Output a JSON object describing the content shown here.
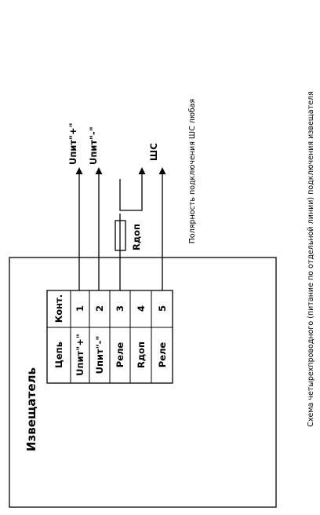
{
  "device": {
    "label": "Извещатель"
  },
  "table": {
    "header": {
      "circuit": "Цепь",
      "contact": "Конт."
    },
    "rows": [
      {
        "circuit": "Uпит\"+\"",
        "contact": "1"
      },
      {
        "circuit": "Uпит\"-\"",
        "contact": "2"
      },
      {
        "circuit": "Реле",
        "contact": "3"
      },
      {
        "circuit": "Rдоп",
        "contact": "4"
      },
      {
        "circuit": "Реле",
        "contact": "5"
      }
    ]
  },
  "wires": {
    "supply_plus": "Uпит\"+\"",
    "supply_minus": "Uпит\"-\"",
    "loop": "ШС",
    "resistor": "Rдоп"
  },
  "notes": {
    "polarity": "Полярность подключения ШС любая",
    "caption": "Схема четырехпроводного (питание по отдельной линии) подключения извещателя"
  },
  "colors": {
    "ink": "#000000",
    "background": "#ffffff"
  }
}
